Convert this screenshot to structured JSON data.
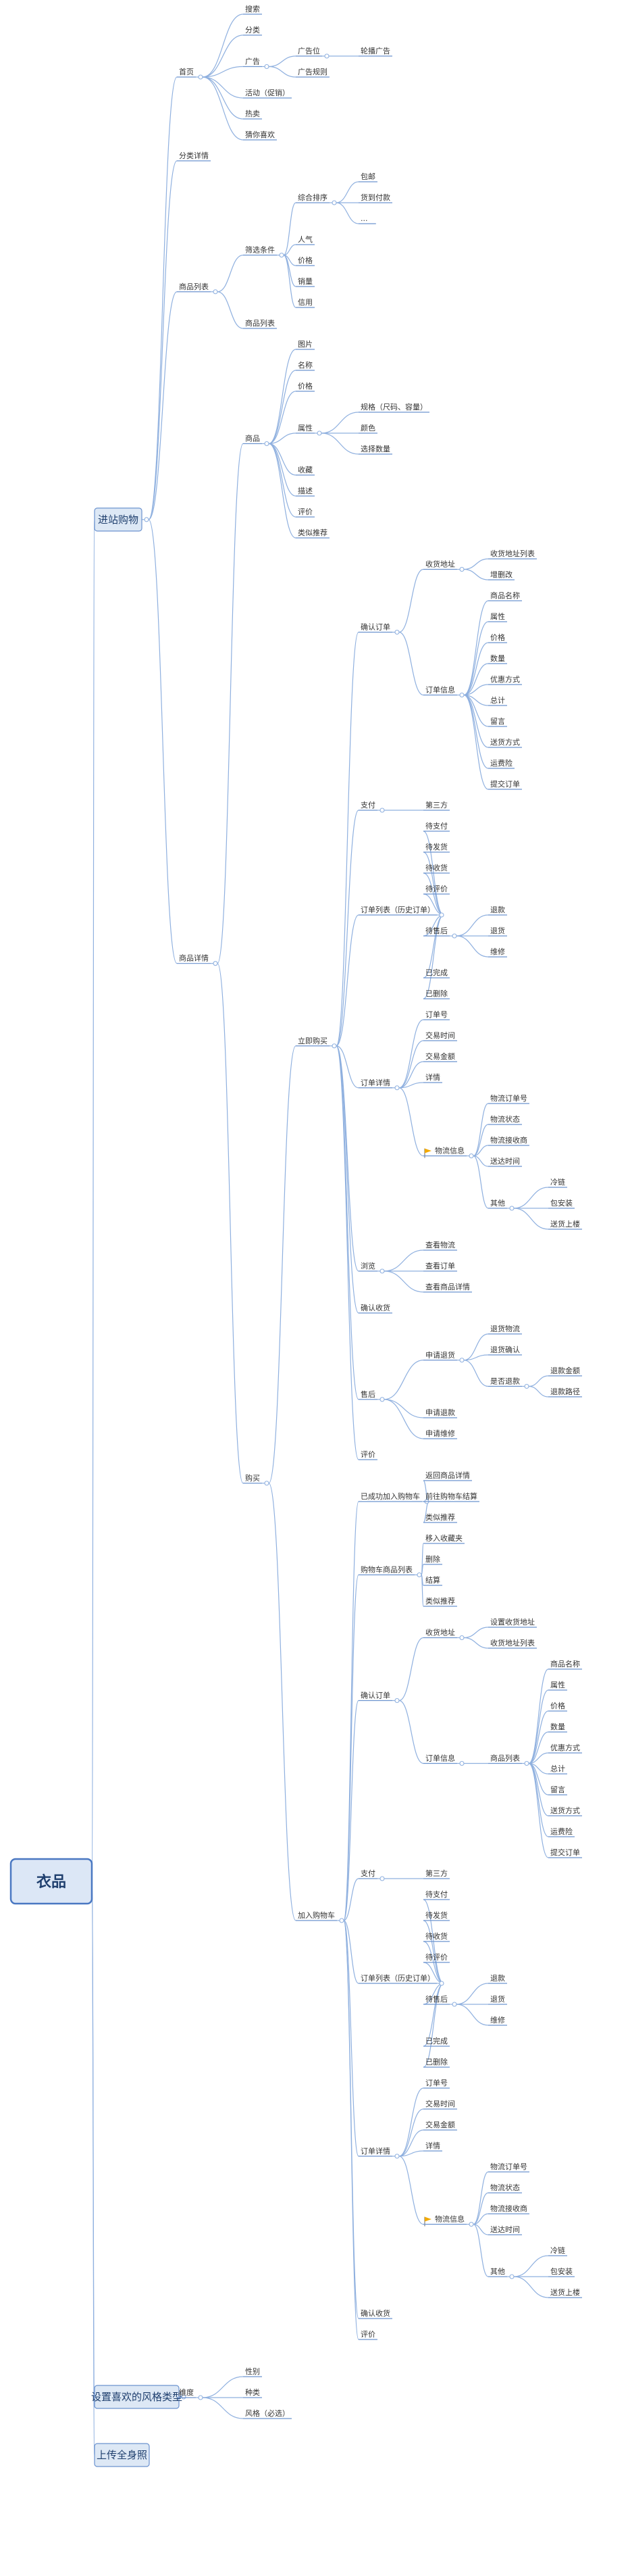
{
  "mindmap": {
    "root": "衣品",
    "flag_color": "#f2a900",
    "accent": "#6c93cf",
    "branches": [
      {
        "label": "进站购物",
        "children": [
          {
            "label": "首页",
            "children": [
              {
                "label": "搜索"
              },
              {
                "label": "分类"
              },
              {
                "label": "广告",
                "children": [
                  {
                    "label": "广告位",
                    "children": [
                      {
                        "label": "轮播广告"
                      }
                    ]
                  },
                  {
                    "label": "广告规则"
                  }
                ]
              },
              {
                "label": "活动（促销）"
              },
              {
                "label": "热卖"
              },
              {
                "label": "猜你喜欢"
              }
            ]
          },
          {
            "label": "分类详情"
          },
          {
            "label": "商品列表",
            "children": [
              {
                "label": "筛选条件",
                "children": [
                  {
                    "label": "综合排序",
                    "children": [
                      {
                        "label": "包邮"
                      },
                      {
                        "label": "货到付款"
                      },
                      {
                        "label": "..."
                      }
                    ]
                  },
                  {
                    "label": "人气"
                  },
                  {
                    "label": "价格"
                  },
                  {
                    "label": "销量"
                  },
                  {
                    "label": "信用"
                  }
                ]
              },
              {
                "label": "商品列表"
              }
            ]
          },
          {
            "label": "商品详情",
            "children": [
              {
                "label": "商品",
                "children": [
                  {
                    "label": "图片"
                  },
                  {
                    "label": "名称"
                  },
                  {
                    "label": "价格"
                  },
                  {
                    "label": "属性",
                    "children": [
                      {
                        "label": "规格（尺码、容量）"
                      },
                      {
                        "label": "颜色"
                      },
                      {
                        "label": "选择数量"
                      }
                    ]
                  },
                  {
                    "label": "收藏"
                  },
                  {
                    "label": "描述"
                  },
                  {
                    "label": "评价"
                  },
                  {
                    "label": "类似推荐"
                  }
                ]
              },
              {
                "label": "购买",
                "children": [
                  {
                    "label": "立即购买",
                    "children": [
                      {
                        "label": "确认订单",
                        "children": [
                          {
                            "label": "收货地址",
                            "children": [
                              {
                                "label": "收货地址列表"
                              },
                              {
                                "label": "增删改"
                              }
                            ]
                          },
                          {
                            "label": "订单信息",
                            "children": [
                              {
                                "label": "商品名称"
                              },
                              {
                                "label": "属性"
                              },
                              {
                                "label": "价格"
                              },
                              {
                                "label": "数量"
                              },
                              {
                                "label": "优惠方式"
                              },
                              {
                                "label": "总计"
                              },
                              {
                                "label": "留言"
                              },
                              {
                                "label": "送货方式"
                              },
                              {
                                "label": "运费险"
                              },
                              {
                                "label": "提交订单"
                              }
                            ]
                          }
                        ]
                      },
                      {
                        "label": "支付",
                        "children": [
                          {
                            "label": "第三方"
                          }
                        ]
                      },
                      {
                        "label": "订单列表（历史订单）",
                        "children": [
                          {
                            "label": "待支付"
                          },
                          {
                            "label": "待发货"
                          },
                          {
                            "label": "待收货"
                          },
                          {
                            "label": "待评价"
                          },
                          {
                            "label": "待售后",
                            "children": [
                              {
                                "label": "退款"
                              },
                              {
                                "label": "退货"
                              },
                              {
                                "label": "维修"
                              }
                            ]
                          },
                          {
                            "label": "已完成"
                          },
                          {
                            "label": "已删除"
                          }
                        ]
                      },
                      {
                        "label": "订单详情",
                        "children": [
                          {
                            "label": "订单号"
                          },
                          {
                            "label": "交易时间"
                          },
                          {
                            "label": "交易金额"
                          },
                          {
                            "label": "详情"
                          },
                          {
                            "label": "物流信息",
                            "flag": true,
                            "children": [
                              {
                                "label": "物流订单号"
                              },
                              {
                                "label": "物流状态"
                              },
                              {
                                "label": "物流接收商"
                              },
                              {
                                "label": "送达时间"
                              },
                              {
                                "label": "其他",
                                "children": [
                                  {
                                    "label": "冷链"
                                  },
                                  {
                                    "label": "包安装"
                                  },
                                  {
                                    "label": "送货上楼"
                                  }
                                ]
                              }
                            ]
                          }
                        ]
                      },
                      {
                        "label": "浏览",
                        "children": [
                          {
                            "label": "查看物流"
                          },
                          {
                            "label": "查看订单"
                          },
                          {
                            "label": "查看商品详情"
                          }
                        ]
                      },
                      {
                        "label": "确认收货"
                      },
                      {
                        "label": "售后",
                        "children": [
                          {
                            "label": "申请退货",
                            "children": [
                              {
                                "label": "退货物流"
                              },
                              {
                                "label": "退货确认"
                              },
                              {
                                "label": "是否退款",
                                "children": [
                                  {
                                    "label": "退款金额"
                                  },
                                  {
                                    "label": "退款路径"
                                  }
                                ]
                              }
                            ]
                          },
                          {
                            "label": "申请退款"
                          },
                          {
                            "label": "申请维修"
                          }
                        ]
                      },
                      {
                        "label": "评价"
                      }
                    ]
                  },
                  {
                    "label": "加入购物车",
                    "children": [
                      {
                        "label": "已成功加入购物车",
                        "children": [
                          {
                            "label": "返回商品详情"
                          },
                          {
                            "label": "前往购物车结算"
                          },
                          {
                            "label": "类似推荐"
                          }
                        ]
                      },
                      {
                        "label": "购物车商品列表",
                        "children": [
                          {
                            "label": "移入收藏夹"
                          },
                          {
                            "label": "删除"
                          },
                          {
                            "label": "结算"
                          },
                          {
                            "label": "类似推荐"
                          }
                        ]
                      },
                      {
                        "label": "确认订单",
                        "children": [
                          {
                            "label": "收货地址",
                            "children": [
                              {
                                "label": "设置收货地址"
                              },
                              {
                                "label": "收货地址列表"
                              }
                            ]
                          },
                          {
                            "label": "订单信息",
                            "children": [
                              {
                                "label": "商品列表",
                                "children": [
                                  {
                                    "label": "商品名称"
                                  },
                                  {
                                    "label": "属性"
                                  },
                                  {
                                    "label": "价格"
                                  },
                                  {
                                    "label": "数量"
                                  },
                                  {
                                    "label": "优惠方式"
                                  },
                                  {
                                    "label": "总计"
                                  },
                                  {
                                    "label": "留言"
                                  },
                                  {
                                    "label": "送货方式"
                                  },
                                  {
                                    "label": "运费险"
                                  },
                                  {
                                    "label": "提交订单"
                                  }
                                ]
                              }
                            ]
                          }
                        ]
                      },
                      {
                        "label": "支付",
                        "children": [
                          {
                            "label": "第三方"
                          }
                        ]
                      },
                      {
                        "label": "订单列表（历史订单）",
                        "children": [
                          {
                            "label": "待支付"
                          },
                          {
                            "label": "待发货"
                          },
                          {
                            "label": "待收货"
                          },
                          {
                            "label": "待评价"
                          },
                          {
                            "label": "待售后",
                            "children": [
                              {
                                "label": "退款"
                              },
                              {
                                "label": "退货"
                              },
                              {
                                "label": "维修"
                              }
                            ]
                          },
                          {
                            "label": "已完成"
                          },
                          {
                            "label": "已删除"
                          }
                        ]
                      },
                      {
                        "label": "订单详情",
                        "children": [
                          {
                            "label": "订单号"
                          },
                          {
                            "label": "交易时间"
                          },
                          {
                            "label": "交易金额"
                          },
                          {
                            "label": "详情"
                          },
                          {
                            "label": "物流信息",
                            "flag": true,
                            "children": [
                              {
                                "label": "物流订单号"
                              },
                              {
                                "label": "物流状态"
                              },
                              {
                                "label": "物流接收商"
                              },
                              {
                                "label": "送达时间"
                              },
                              {
                                "label": "其他",
                                "children": [
                                  {
                                    "label": "冷链"
                                  },
                                  {
                                    "label": "包安装"
                                  },
                                  {
                                    "label": "送货上楼"
                                  }
                                ]
                              }
                            ]
                          }
                        ]
                      },
                      {
                        "label": "确认收货"
                      },
                      {
                        "label": "评价"
                      }
                    ]
                  }
                ]
              }
            ]
          }
        ]
      },
      {
        "label": "设置喜欢的风格类型",
        "children": [
          {
            "label": "维度",
            "children": [
              {
                "label": "性别"
              },
              {
                "label": "种类"
              },
              {
                "label": "风格（必选）"
              }
            ]
          }
        ]
      },
      {
        "label": "上传全身照"
      }
    ]
  }
}
